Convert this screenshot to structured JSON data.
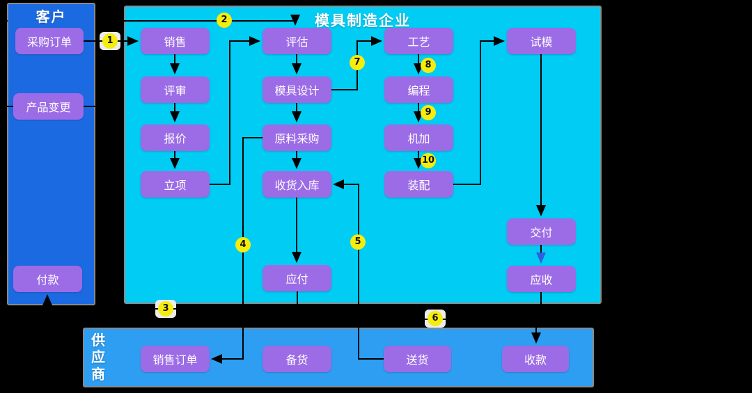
{
  "colors": {
    "background": "#000000",
    "customer_panel": "#1c6ae2",
    "enterprise_panel": "#00ccf4",
    "supplier_panel": "#2e9ef2",
    "panel_border": "#8a8a8a",
    "node_box": "#9c6ce6",
    "badge": "#f6ec0e",
    "connector": "#000000",
    "blue_arrowhead": "#2f5fe0",
    "halo": "#ececec"
  },
  "panels": {
    "customer": {
      "title": "客户",
      "boxes": [
        "采购订单",
        "产品变更",
        "付款"
      ]
    },
    "enterprise": {
      "title": "模具制造企业",
      "boxes": [
        "销售",
        "评审",
        "报价",
        "立项",
        "评估",
        "模具设计",
        "原料采购",
        "收货入库",
        "应付",
        "工艺",
        "编程",
        "机加",
        "装配",
        "试模",
        "交付",
        "应收"
      ]
    },
    "supplier": {
      "title": "供应商",
      "boxes": [
        "销售订单",
        "备货",
        "送货",
        "收款"
      ]
    }
  },
  "badges": [
    "1",
    "2",
    "3",
    "4",
    "5",
    "6",
    "7",
    "8",
    "9",
    "10"
  ]
}
